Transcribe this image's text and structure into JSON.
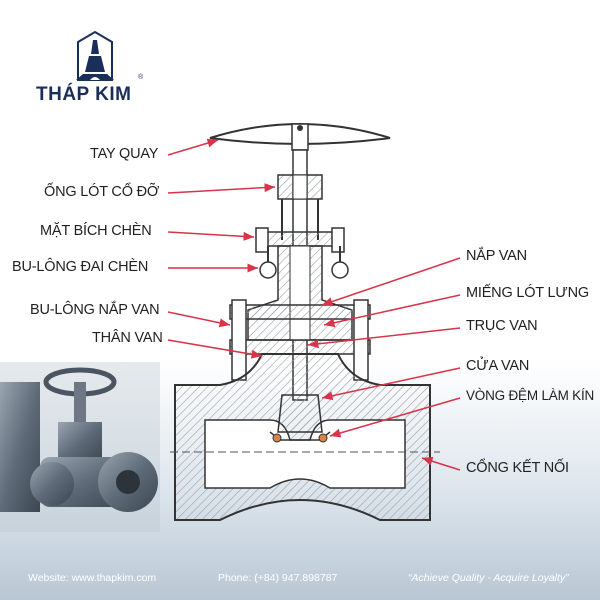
{
  "brand": {
    "name": "THÁP KIM",
    "registered": "®"
  },
  "labels_left": [
    "TAY QUAY",
    "ỐNG LÓT CỔ ĐỠ",
    "MẶT BÍCH CHÈN",
    "BU-LÔNG ĐAI CHÈN",
    "BU-LÔNG NẮP VAN",
    "THÂN VAN"
  ],
  "labels_right": [
    "NẮP VAN",
    "MIẾNG LÓT LƯNG",
    "TRỤC VAN",
    "CỬA VAN",
    "VÒNG ĐỆM LÀM KÍN",
    "CỔNG KẾT NỐI"
  ],
  "footer": {
    "website": "Website: www.thapkim.com",
    "phone": "Phone: (+84) 947.898787",
    "slogan": "“Achieve Quality - Acquire Loyalty”"
  },
  "colors": {
    "leader": "#d8344a",
    "brand": "#1a2e5a",
    "hatch": "#9aa0a6"
  }
}
